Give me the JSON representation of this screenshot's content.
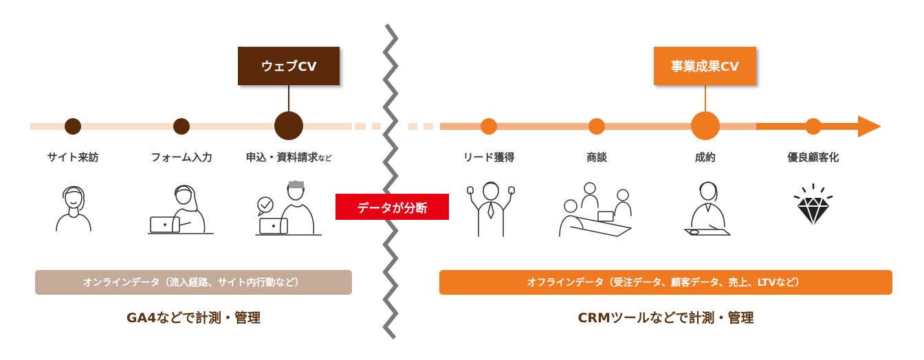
{
  "cv_markers": {
    "web_cv": "ウェブCV",
    "business_cv": "事業成果CV"
  },
  "divider_label": "データが分断",
  "online_stages": [
    {
      "label": "サイト来訪",
      "suffix": ""
    },
    {
      "label": "フォーム入力",
      "suffix": ""
    },
    {
      "label": "申込・資料請求",
      "suffix": "など"
    }
  ],
  "offline_stages": [
    {
      "label": "リード獲得"
    },
    {
      "label": "商談"
    },
    {
      "label": "成約"
    },
    {
      "label": "優良顧客化"
    }
  ],
  "online_data": {
    "bar_text": "オンラインデータ（流入経路、サイト内行動など）",
    "tool_text": "GA4などで計測・管理"
  },
  "offline_data": {
    "bar_text": "オフラインデータ（受注データ、顧客データ、売上、LTVなど）",
    "tool_text": "CRMツールなどで計測・管理"
  },
  "colors": {
    "online_dark": "#5a2a0a",
    "online_light": "#f8e0cd",
    "offline_accent": "#f07a1f",
    "offline_light": "#f3b182",
    "online_bar": "#c4aa99",
    "offline_bar": "#f07a1f",
    "divider_red": "#e60012",
    "zigzag_gray": "#7a7a7a"
  },
  "icons": {
    "site_visit": "woman-portrait-icon",
    "form_input": "woman-laptop-icon",
    "application": "woman-laptop-check-icon",
    "lead": "businessman-cheering-icon",
    "negotiation": "meeting-table-icon",
    "contract": "woman-signing-icon",
    "loyal_customer": "diamond-icon"
  }
}
